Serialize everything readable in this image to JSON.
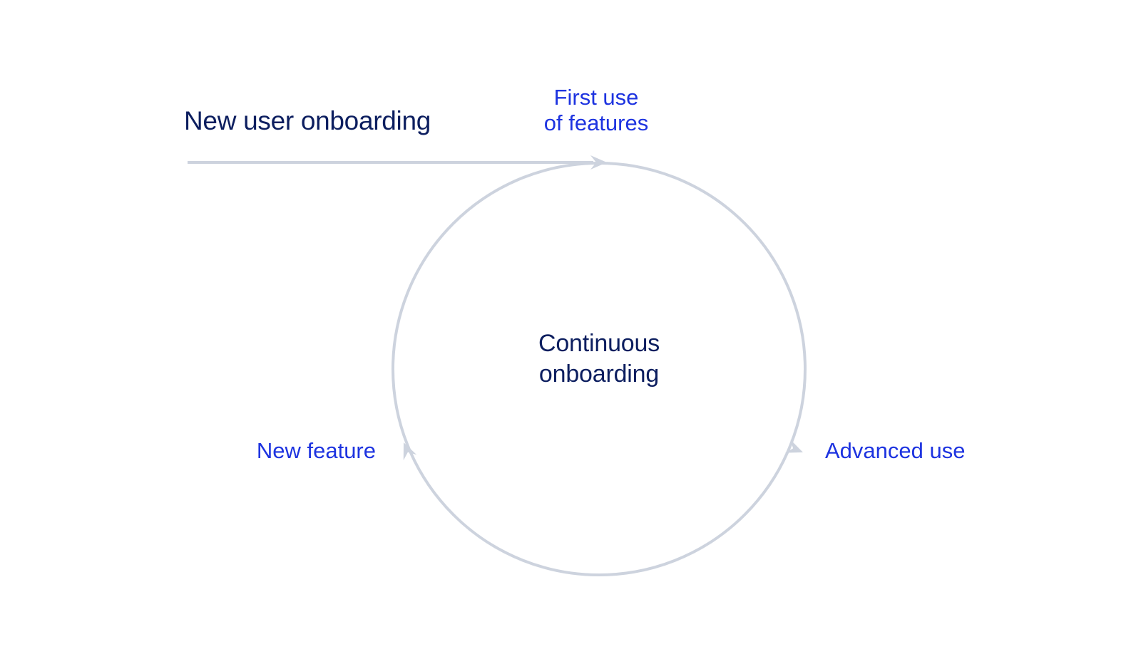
{
  "colors": {
    "navy": "#0c1e5f",
    "blue": "#1d33e0",
    "gray": "#cdd3de",
    "background": "#ffffff"
  },
  "diagram": {
    "entry_label": "New user onboarding",
    "center_label": {
      "line1": "Continuous",
      "line2": "onboarding"
    },
    "stages": {
      "top": {
        "line1": "First use",
        "line2": "of features"
      },
      "right": "Advanced use",
      "left": "New feature"
    }
  }
}
